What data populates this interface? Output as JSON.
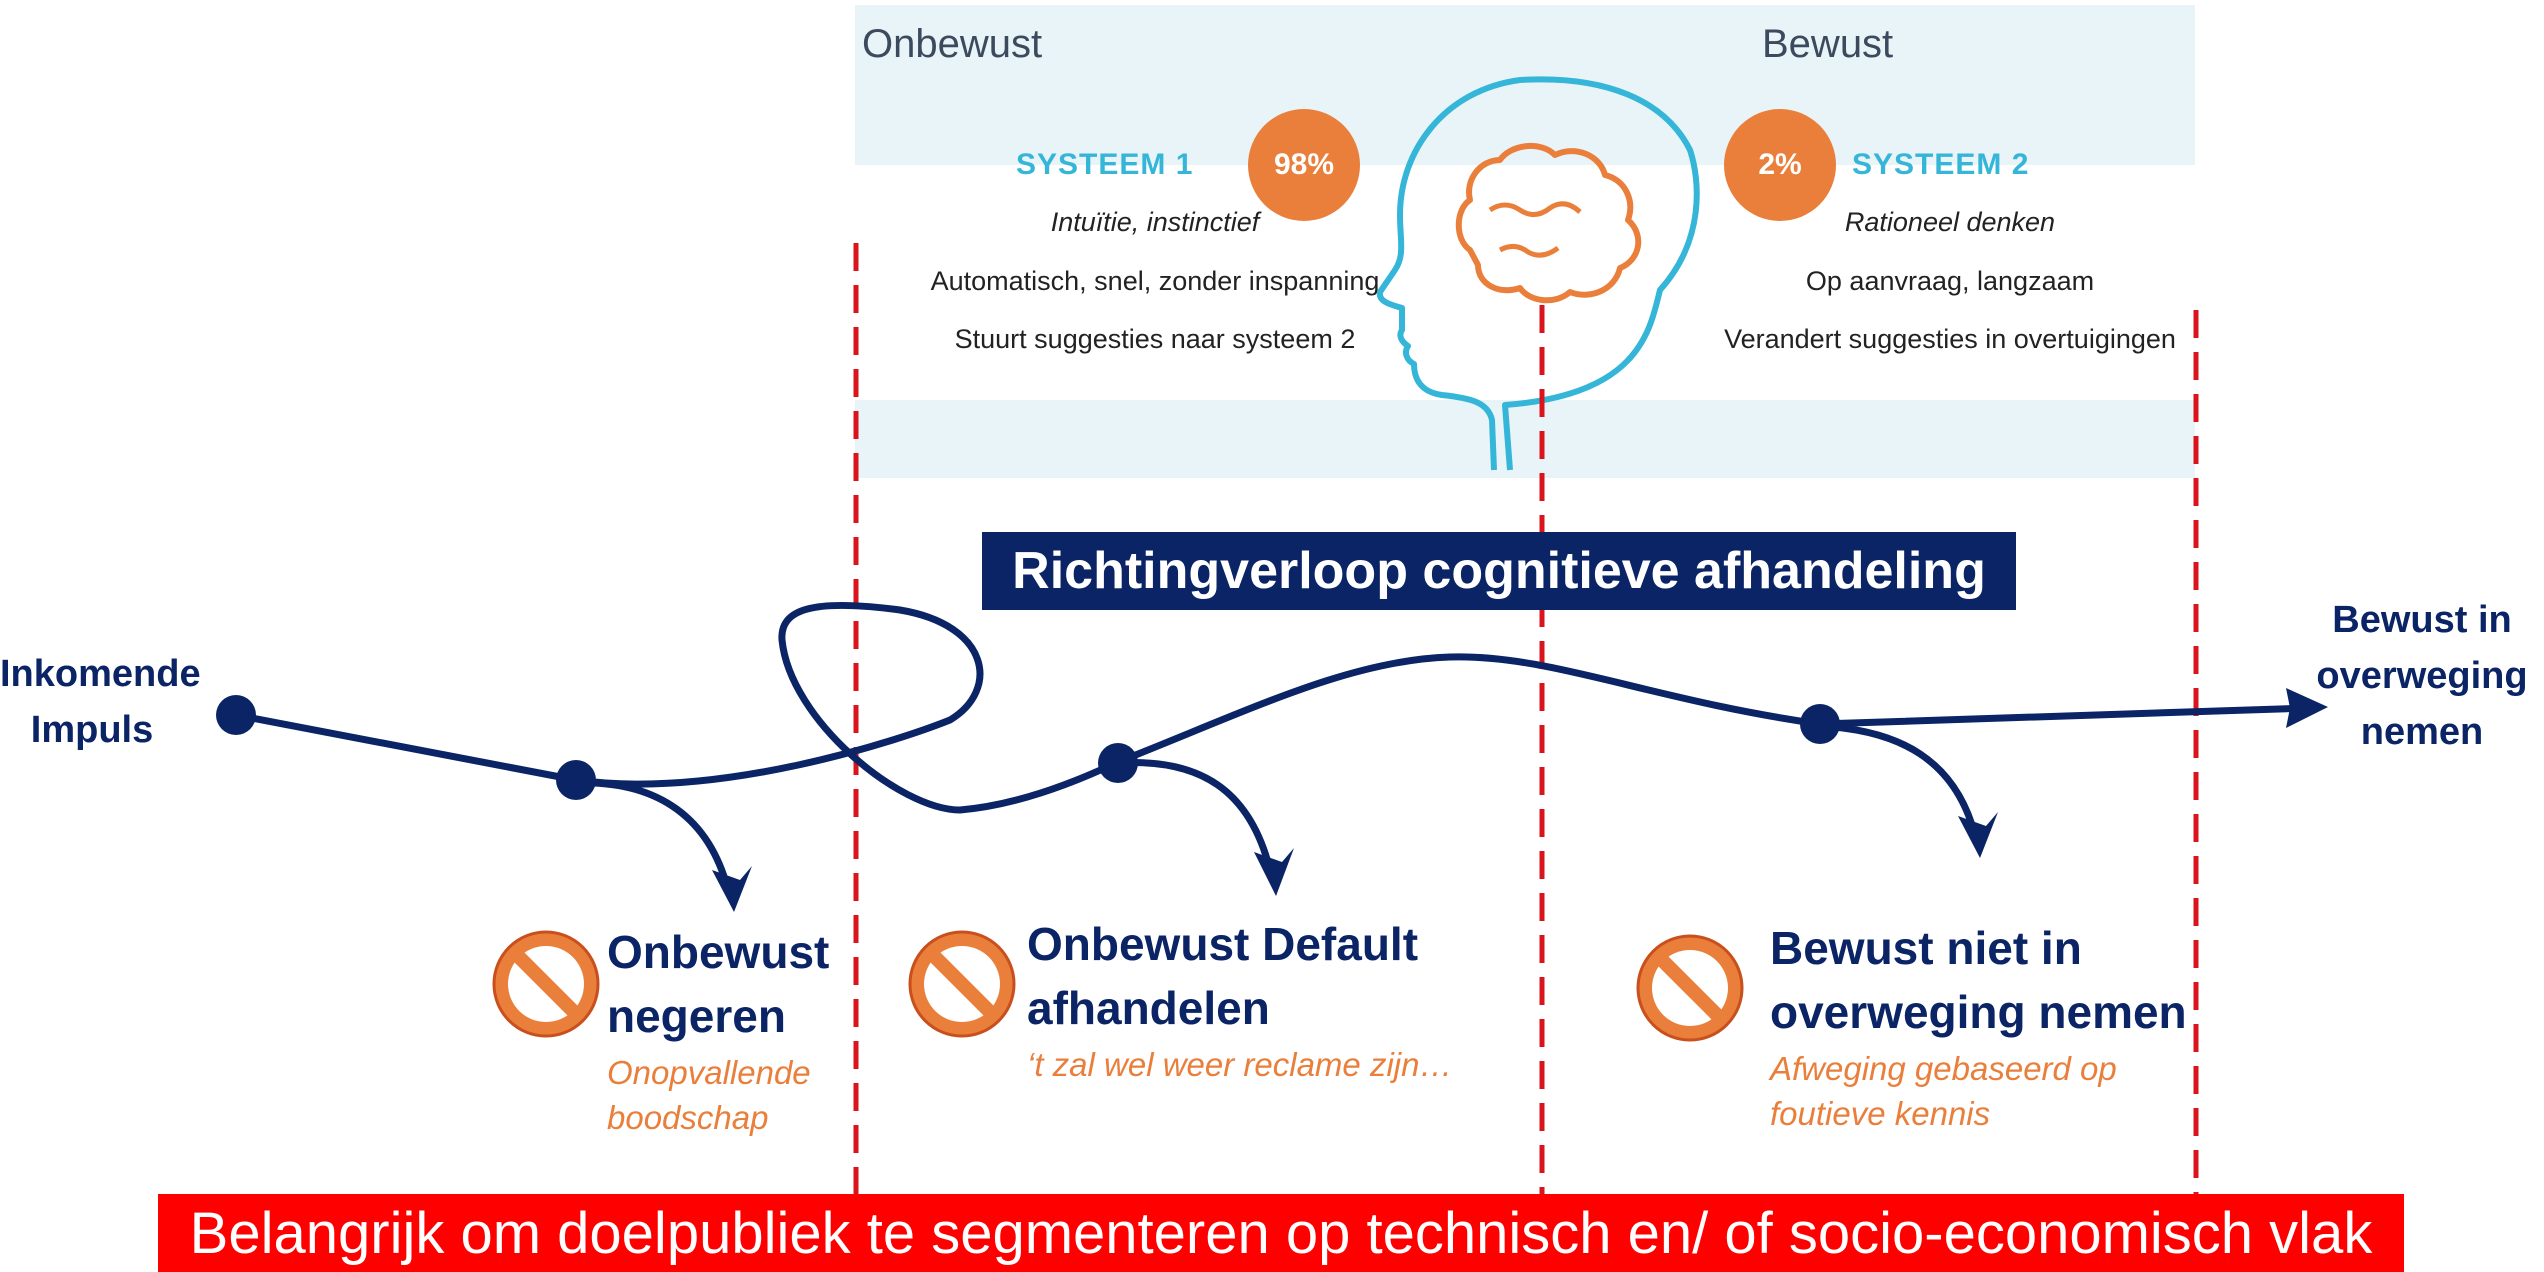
{
  "zones": {
    "left_title": "Onbewust",
    "right_title": "Bewust"
  },
  "system1": {
    "label": "SYSTEEM 1",
    "percent": "98%",
    "lines": [
      "Intuïtie, instinctief",
      "Automatisch, snel, zonder inspanning",
      "Stuurt suggesties naar systeem 2"
    ]
  },
  "system2": {
    "label": "SYSTEEM 2",
    "percent": "2%",
    "lines": [
      "Rationeel denken",
      "Op aanvraag, langzaam",
      "Verandert suggesties in overtuigingen"
    ]
  },
  "banner": "Richtingverloop cognitieve afhandeling",
  "input_label": [
    "Inkomende",
    "Impuls"
  ],
  "output_label": [
    "Bewust in",
    "overweging",
    "nemen"
  ],
  "outcomes": [
    {
      "title": [
        "Onbewust",
        "negeren"
      ],
      "note": [
        "Onopvallende",
        "boodschap"
      ]
    },
    {
      "title": [
        "Onbewust Default",
        "afhandelen"
      ],
      "note": [
        "‘t zal wel weer reclame zijn…"
      ]
    },
    {
      "title": [
        "Bewust niet in",
        "overweging nemen"
      ],
      "note": [
        "Afweging gebaseerd op",
        "foutieve kennis"
      ]
    }
  ],
  "footer": "Belangrijk om doelpubliek te segmenteren op technisch en/ of socio-economisch vlak",
  "colors": {
    "navy": "#0b2466",
    "orange": "#e97f3b",
    "cyan": "#35b6d8",
    "red_dash": "#d9141c",
    "footer_red": "#ff0000"
  },
  "icons": [
    "head-brain-icon",
    "prohibited-icon"
  ]
}
